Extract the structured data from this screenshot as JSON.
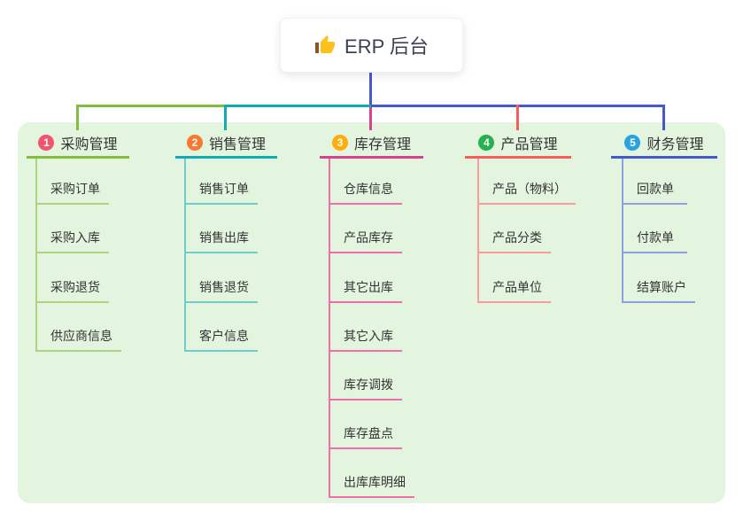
{
  "root": {
    "title": "ERP 后台",
    "icon": "thumbs-up"
  },
  "colors": {
    "panel_background": "#e4f5df",
    "root_connector": "#4459ce",
    "branch1": "#7fbe3f",
    "branch1_light": "#abd580",
    "badge1": "#f1556d",
    "branch2": "#10acb2",
    "branch2_light": "#6fccc8",
    "badge2": "#f87a30",
    "branch3": "#d8428d",
    "branch3_light": "#ee6eb0",
    "badge3": "#ffad0d",
    "branch4": "#f85d5d",
    "branch4_light": "#f99c9c",
    "badge4": "#26b24e",
    "branch5": "#4459ce",
    "branch5_light": "#8ca2e2",
    "badge5": "#29a2df"
  },
  "branches": [
    {
      "badge": "1",
      "label": "采购管理",
      "color": "#7fbe3f",
      "children": [
        {
          "label": "采购订单"
        },
        {
          "label": "采购入库"
        },
        {
          "label": "采购退货"
        },
        {
          "label": "供应商信息"
        }
      ]
    },
    {
      "badge": "2",
      "label": "销售管理",
      "color": "#10acb2",
      "children": [
        {
          "label": "销售订单"
        },
        {
          "label": "销售出库"
        },
        {
          "label": "销售退货"
        },
        {
          "label": "客户信息"
        }
      ]
    },
    {
      "badge": "3",
      "label": "库存管理",
      "color": "#d8428d",
      "children": [
        {
          "label": "仓库信息"
        },
        {
          "label": "产品库存"
        },
        {
          "label": "其它出库"
        },
        {
          "label": "其它入库"
        },
        {
          "label": "库存调拨"
        },
        {
          "label": "库存盘点"
        },
        {
          "label": "出库库明细"
        }
      ]
    },
    {
      "badge": "4",
      "label": "产品管理",
      "color": "#f85d5d",
      "children": [
        {
          "label": "产品（物料）"
        },
        {
          "label": "产品分类"
        },
        {
          "label": "产品单位"
        }
      ]
    },
    {
      "badge": "5",
      "label": "财务管理",
      "color": "#4459ce",
      "children": [
        {
          "label": "回款单"
        },
        {
          "label": "付款单"
        },
        {
          "label": "结算账户"
        }
      ]
    }
  ]
}
